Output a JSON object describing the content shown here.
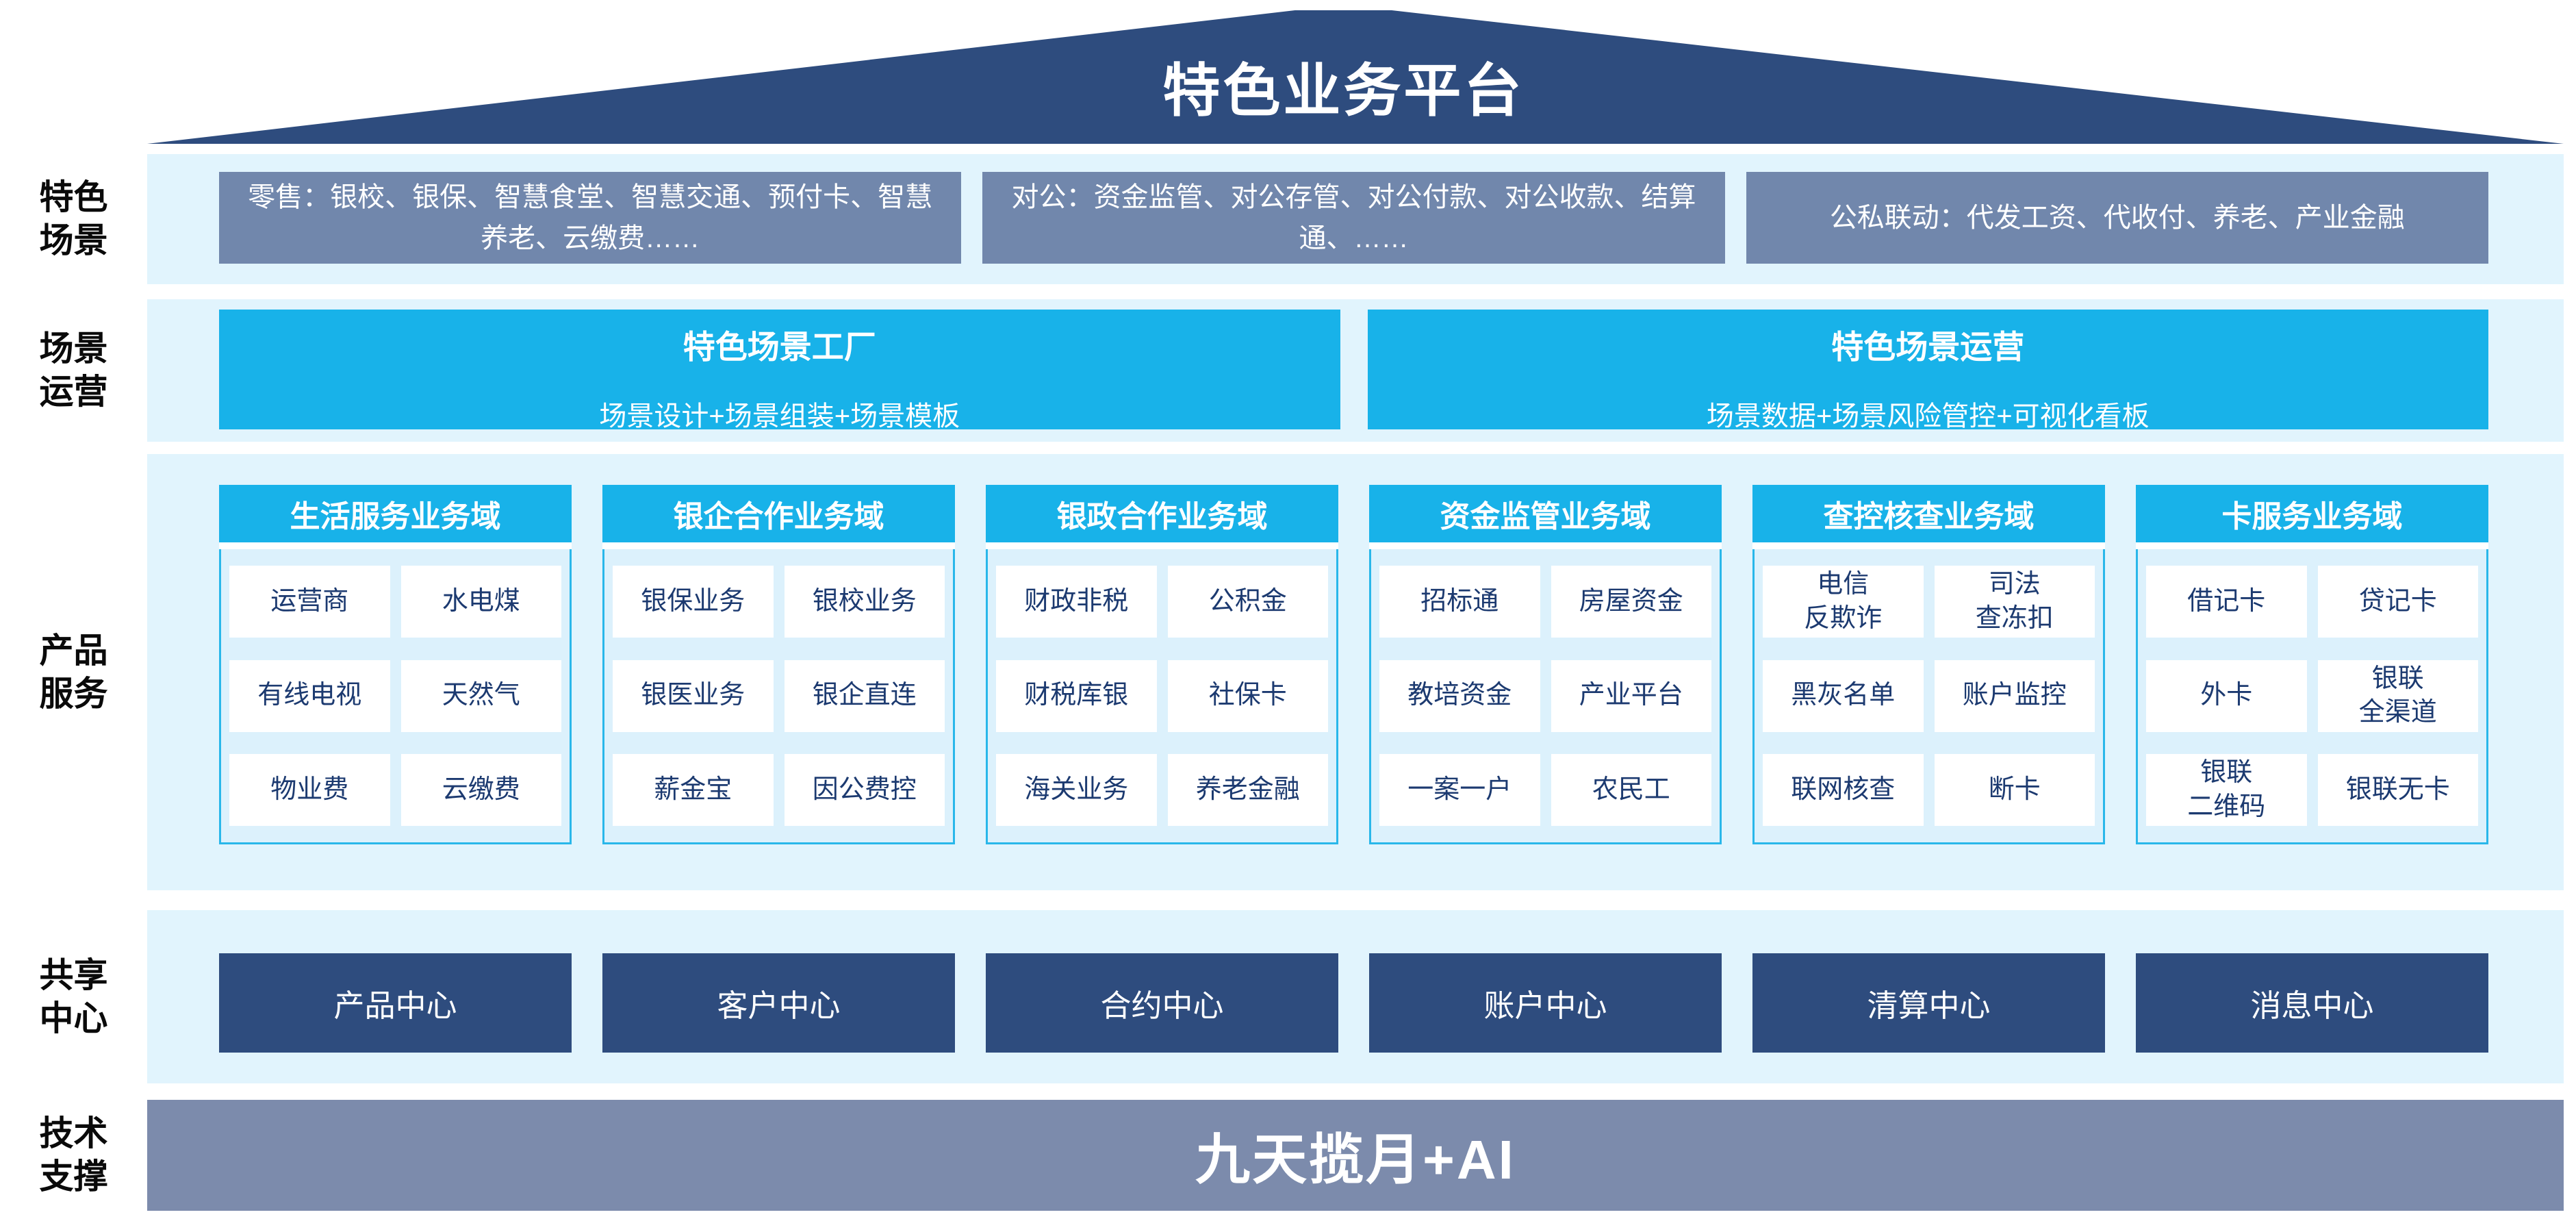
{
  "title": "特色业务平台",
  "colors": {
    "roof_navy": "#2e4c7e",
    "scene_slate": "#7187ac",
    "cyan": "#18b2e9",
    "band_light_blue": "#e1f4fd",
    "domain_body_blue": "#dcf1fc",
    "cell_text_navy": "#1c3a70",
    "center_navy": "#2e4c7e",
    "tech_bar_slate": "#7c8bac",
    "label_black": "#0a0a0a"
  },
  "sections": {
    "scene_features": {
      "label": "特色\n场景",
      "boxes": [
        "零售：银校、银保、智慧食堂、智慧交通、预付卡、智慧养老、云缴费……",
        "对公：资金监管、对公存管、对公付款、对公收款、结算通、……",
        "公私联动：代发工资、代收付、养老、产业金融"
      ]
    },
    "scene_ops": {
      "label": "场景\n运营",
      "factory": {
        "title": "特色场景工厂",
        "subtitle": "场景设计+场景组装+场景模板"
      },
      "operation": {
        "title": "特色场景运营",
        "subtitle": "场景数据+场景风险管控+可视化看板"
      }
    },
    "products": {
      "label": "产品\n服务",
      "domains": [
        {
          "header": "生活服务业务域",
          "cells": [
            "运营商",
            "水电煤",
            "有线电视",
            "天然气",
            "物业费",
            "云缴费"
          ]
        },
        {
          "header": "银企合作业务域",
          "cells": [
            "银保业务",
            "银校业务",
            "银医业务",
            "银企直连",
            "薪金宝",
            "因公费控"
          ]
        },
        {
          "header": "银政合作业务域",
          "cells": [
            "财政非税",
            "公积金",
            "财税库银",
            "社保卡",
            "海关业务",
            "养老金融"
          ]
        },
        {
          "header": "资金监管业务域",
          "cells": [
            "招标通",
            "房屋资金",
            "教培资金",
            "产业平台",
            "一案一户",
            "农民工"
          ]
        },
        {
          "header": "查控核查业务域",
          "cells": [
            "电信\n反欺诈",
            "司法\n查冻扣",
            "黑灰名单",
            "账户监控",
            "联网核查",
            "断卡"
          ]
        },
        {
          "header": "卡服务业务域",
          "cells": [
            "借记卡",
            "贷记卡",
            "外卡",
            "银联\n全渠道",
            "银联\n二维码",
            "银联无卡"
          ]
        }
      ]
    },
    "shared_centers": {
      "label": "共享\n中心",
      "centers": [
        "产品中心",
        "客户中心",
        "合约中心",
        "账户中心",
        "清算中心",
        "消息中心"
      ]
    },
    "tech_support": {
      "label": "技术\n支撑",
      "bar_text": "九天揽月+AI"
    }
  }
}
